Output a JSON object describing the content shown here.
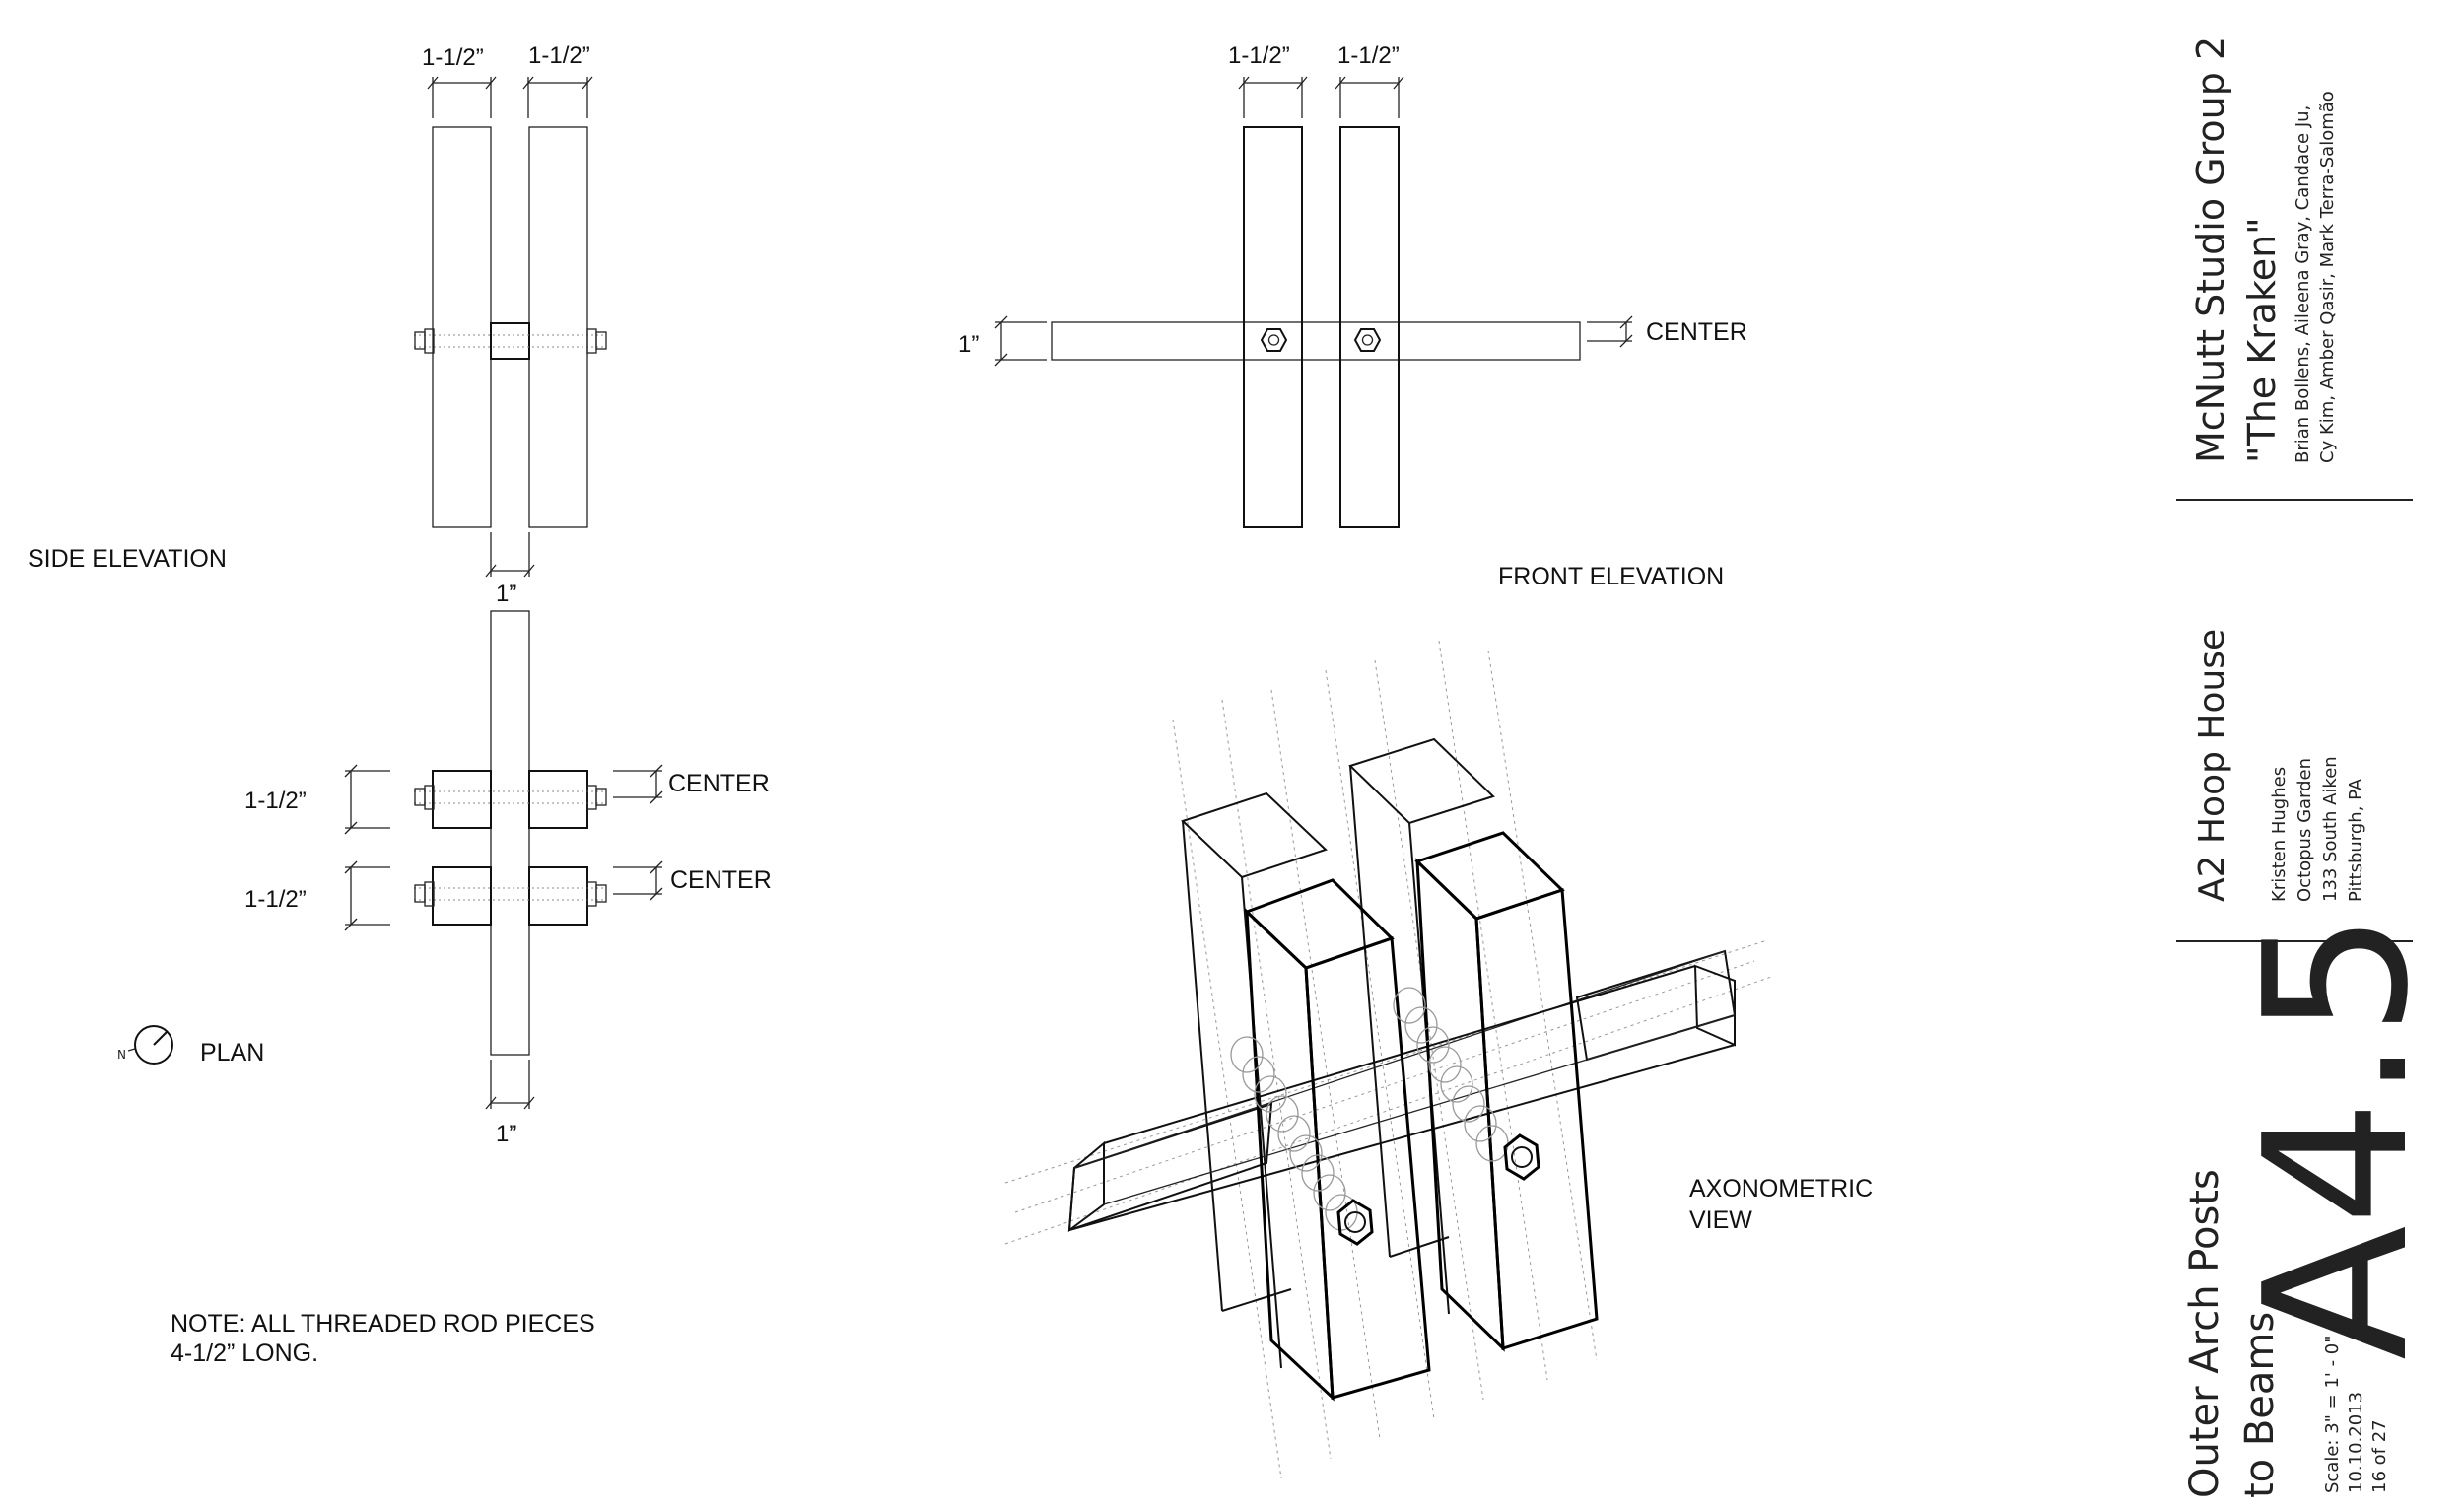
{
  "views": {
    "side_elevation": {
      "label": "SIDE ELEVATION",
      "dim_top_left": "1-1/2”",
      "dim_top_right": "1-1/2”",
      "dim_bottom": "1”"
    },
    "front_elevation": {
      "label": "FRONT ELEVATION",
      "dim_top_left": "1-1/2”",
      "dim_top_right": "1-1/2”",
      "dim_side": "1”",
      "center_label": "CENTER"
    },
    "plan": {
      "label": "PLAN",
      "dim_upper": "1-1/2”",
      "dim_lower": "1-1/2”",
      "dim_bottom": "1”",
      "center_upper": "CENTER",
      "center_lower": "CENTER",
      "north_letter": "N"
    },
    "axonometric": {
      "label_line1": "AXONOMETRIC",
      "label_line2": "VIEW"
    }
  },
  "note": {
    "line1": "NOTE: ALL THREADED ROD PIECES",
    "line2": "4-1/2” LONG."
  },
  "title_block": {
    "group": "McNutt Studio Group 2",
    "project_name": "\"The Kraken\"",
    "members_line1": "Brian Bollens, Aileena Gray, Candace Ju,",
    "members_line2": "Cy Kim, Amber Qasir, Mark Terra-Salomão",
    "project": "A2 Hoop House",
    "client_line1": "Kristen Hughes",
    "client_line2": "Octopus Garden",
    "client_line3": "133 South Aiken",
    "client_line4": "Pittsburgh, PA",
    "sheet_number": "A4.5",
    "sheet_title_line1": "Outer Arch Posts",
    "sheet_title_line2": "to Beams",
    "scale": "Scale: 3\" = 1' - 0\"",
    "date": "10.10.2013",
    "page": "16 of 27"
  }
}
